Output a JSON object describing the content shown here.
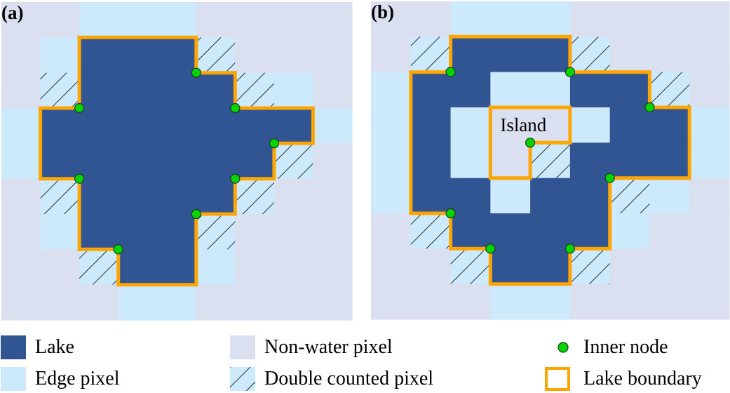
{
  "colors": {
    "lake": "#315493",
    "edge": "#cdeafc",
    "nonwater": "#dbe0f1",
    "boundary": "#ffa500",
    "node": "#00d400",
    "node_stroke": "#1a3a1a",
    "hatch": "#000000"
  },
  "cell_codes": {
    "L": "lake",
    "E": "edge",
    "N": "nonwater",
    "H": "double-counted (hatched edge)",
    "I": "island (non-water inside lake)"
  },
  "panels": [
    {
      "label": "(a)",
      "grid": [
        "NNEEENNNN",
        "NELLLHNNN",
        "NHLLLLHEN",
        "ELLLLLLLE",
        "ELLLLLLHN",
        "NHLLLLHNN",
        "NELLLHNNN",
        "NNHLLENNN",
        "NNNEENNNN"
      ],
      "boundaries": [
        [
          [
            2,
            1
          ],
          [
            5,
            1
          ],
          [
            5,
            2
          ],
          [
            6,
            2
          ],
          [
            6,
            3
          ],
          [
            8,
            3
          ],
          [
            8,
            4
          ],
          [
            7,
            4
          ],
          [
            7,
            5
          ],
          [
            6,
            5
          ],
          [
            6,
            6
          ],
          [
            5,
            6
          ],
          [
            5,
            8
          ],
          [
            3,
            8
          ],
          [
            3,
            7
          ],
          [
            2,
            7
          ],
          [
            2,
            5
          ],
          [
            1,
            5
          ],
          [
            1,
            3
          ],
          [
            2,
            3
          ]
        ]
      ],
      "nodes": [
        [
          2,
          3
        ],
        [
          5,
          2
        ],
        [
          6,
          3
        ],
        [
          7,
          4
        ],
        [
          2,
          5
        ],
        [
          6,
          5
        ],
        [
          5,
          6
        ],
        [
          3,
          7
        ]
      ],
      "island_label": null
    },
    {
      "label": "(b)",
      "grid": [
        "NNEEENNNN",
        "NHLLLHNNN",
        "ELLEELLHN",
        "ELEIIELLE",
        "ELEIHLLLE",
        "ELLELLHEN",
        "NHLLLLENN",
        "NNHLLHNNN",
        "NNNEENNNN"
      ],
      "boundaries": [
        [
          [
            2,
            1
          ],
          [
            5,
            1
          ],
          [
            5,
            2
          ],
          [
            7,
            2
          ],
          [
            7,
            3
          ],
          [
            8,
            3
          ],
          [
            8,
            5
          ],
          [
            6,
            5
          ],
          [
            6,
            7
          ],
          [
            5,
            7
          ],
          [
            5,
            8
          ],
          [
            3,
            8
          ],
          [
            3,
            7
          ],
          [
            2,
            7
          ],
          [
            2,
            6
          ],
          [
            1,
            6
          ],
          [
            1,
            2
          ],
          [
            2,
            2
          ]
        ],
        [
          [
            3,
            3
          ],
          [
            5,
            3
          ],
          [
            5,
            4
          ],
          [
            4,
            4
          ],
          [
            4,
            5
          ],
          [
            3,
            5
          ]
        ]
      ],
      "nodes": [
        [
          2,
          2
        ],
        [
          5,
          2
        ],
        [
          7,
          3
        ],
        [
          4,
          4
        ],
        [
          6,
          5
        ],
        [
          2,
          6
        ],
        [
          3,
          7
        ],
        [
          5,
          7
        ]
      ],
      "island_label": "Island"
    }
  ],
  "legend": {
    "lake": "Lake",
    "edge": "Edge pixel",
    "nonwater": "Non-water pixel",
    "double": "Double counted pixel",
    "node": "Inner node",
    "boundary": "Lake boundary"
  }
}
